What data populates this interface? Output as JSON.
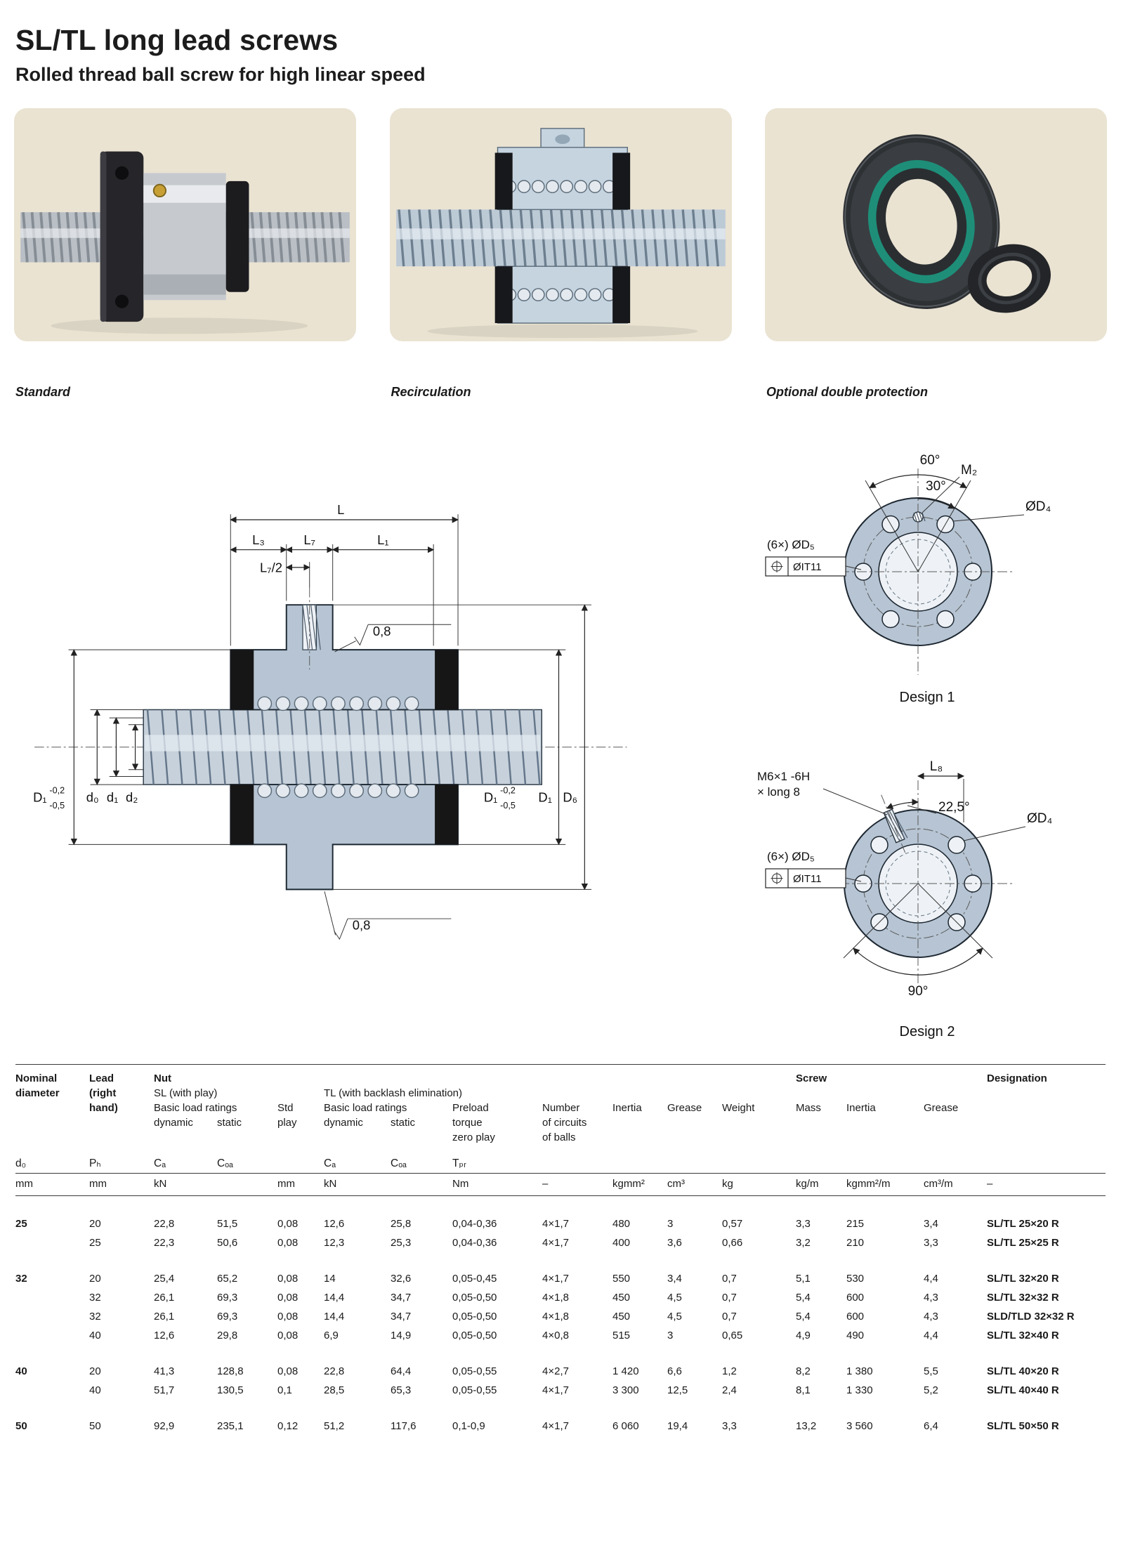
{
  "page": {
    "title": "SL/TL long lead screws",
    "subtitle": "Rolled thread ball screw for high linear speed"
  },
  "photos": [
    {
      "caption": "Standard"
    },
    {
      "caption": "Recirculation"
    },
    {
      "caption": "Optional double protection"
    }
  ],
  "drawing": {
    "dims": {
      "l": "L",
      "l3": "L₃",
      "l7": "L₇",
      "l1": "L₁",
      "l72": "L₇/2",
      "d1": "D₁",
      "tol_up": "-0,2",
      "tol_dn": "-0,5",
      "d0": "d₀",
      "d1s": "d₁",
      "d2": "d₂",
      "d6": "D₆",
      "finish": "0,8"
    },
    "design1": {
      "a60": "60°",
      "a30": "30°",
      "m2": "M₂",
      "d4": "ØD₄",
      "d5": "(6×) ØD₅",
      "it": "ØIT11",
      "caption": "Design 1"
    },
    "design2": {
      "thread1": "M6×1 -6H",
      "thread2": "× long 8",
      "a225": "22,5°",
      "l8": "L₈",
      "d4": "ØD₄",
      "d5": "(6×) ØD₅",
      "it": "ØIT11",
      "a90": "90°",
      "caption": "Design 2"
    }
  },
  "table": {
    "header": {
      "nominal1": "Nominal",
      "nominal2": "diameter",
      "lead1": "Lead",
      "lead2": "(right",
      "lead3": "hand)",
      "nut": "Nut",
      "sl": "SL (with play)",
      "tl": "TL (with backlash elimination)",
      "blr_sl": "Basic load ratings",
      "blr_tl": "Basic load ratings",
      "dyn_sl": "dynamic",
      "stat_sl": "static",
      "dyn_tl": "dynamic",
      "stat_tl": "static",
      "std1": "Std",
      "std2": "play",
      "preload1": "Preload",
      "preload2": "torque",
      "preload3": "zero play",
      "circ1": "Number",
      "circ2": "of circuits",
      "circ3": "of balls",
      "inertia_nut": "Inertia",
      "grease_nut": "Grease",
      "weight": "Weight",
      "screw": "Screw",
      "mass": "Mass",
      "inertia_screw": "Inertia",
      "grease_screw": "Grease",
      "designation": "Designation"
    },
    "symbols": {
      "d0": "d₀",
      "ph": "Pₕ",
      "ca1": "Cₐ",
      "coa1": "Cₒₐ",
      "ca2": "Cₐ",
      "coa2": "Cₒₐ",
      "tpr": "Tₚᵣ"
    },
    "units": {
      "c1": "mm",
      "c2": "mm",
      "c3": "kN",
      "c5": "mm",
      "c6": "kN",
      "c8": "Nm",
      "c9": "–",
      "c10": "kgmm²",
      "c11": "cm³",
      "c12": "kg",
      "c13": "kg/m",
      "c14": "kgmm²/m",
      "c15": "cm³/m",
      "c16": "–"
    },
    "groups": [
      {
        "nominal": "25",
        "rows": [
          [
            "20",
            "22,8",
            "51,5",
            "0,08",
            "12,6",
            "25,8",
            "0,04-0,36",
            "4×1,7",
            "480",
            "3",
            "0,57",
            "3,3",
            "215",
            "3,4",
            "SL/TL 25×20 R"
          ],
          [
            "25",
            "22,3",
            "50,6",
            "0,08",
            "12,3",
            "25,3",
            "0,04-0,36",
            "4×1,7",
            "400",
            "3,6",
            "0,66",
            "3,2",
            "210",
            "3,3",
            "SL/TL 25×25 R"
          ]
        ]
      },
      {
        "nominal": "32",
        "rows": [
          [
            "20",
            "25,4",
            "65,2",
            "0,08",
            "14",
            "32,6",
            "0,05-0,45",
            "4×1,7",
            "550",
            "3,4",
            "0,7",
            "5,1",
            "530",
            "4,4",
            "SL/TL 32×20 R"
          ],
          [
            "32",
            "26,1",
            "69,3",
            "0,08",
            "14,4",
            "34,7",
            "0,05-0,50",
            "4×1,8",
            "450",
            "4,5",
            "0,7",
            "5,4",
            "600",
            "4,3",
            "SL/TL 32×32 R"
          ],
          [
            "32",
            "26,1",
            "69,3",
            "0,08",
            "14,4",
            "34,7",
            "0,05-0,50",
            "4×1,8",
            "450",
            "4,5",
            "0,7",
            "5,4",
            "600",
            "4,3",
            "SLD/TLD 32×32 R"
          ],
          [
            "40",
            "12,6",
            "29,8",
            "0,08",
            "6,9",
            "14,9",
            "0,05-0,50",
            "4×0,8",
            "515",
            "3",
            "0,65",
            "4,9",
            "490",
            "4,4",
            "SL/TL 32×40 R"
          ]
        ]
      },
      {
        "nominal": "40",
        "rows": [
          [
            "20",
            "41,3",
            "128,8",
            "0,08",
            "22,8",
            "64,4",
            "0,05-0,55",
            "4×2,7",
            "1 420",
            "6,6",
            "1,2",
            "8,2",
            "1 380",
            "5,5",
            "SL/TL 40×20 R"
          ],
          [
            "40",
            "51,7",
            "130,5",
            "0,1",
            "28,5",
            "65,3",
            "0,05-0,55",
            "4×1,7",
            "3 300",
            "12,5",
            "2,4",
            "8,1",
            "1 330",
            "5,2",
            "SL/TL 40×40 R"
          ]
        ]
      },
      {
        "nominal": "50",
        "rows": [
          [
            "50",
            "92,9",
            "235,1",
            "0,12",
            "51,2",
            "117,6",
            "0,1-0,9",
            "4×1,7",
            "6 060",
            "19,4",
            "3,3",
            "13,2",
            "3 560",
            "6,4",
            "SL/TL 50×50 R"
          ]
        ]
      }
    ]
  }
}
